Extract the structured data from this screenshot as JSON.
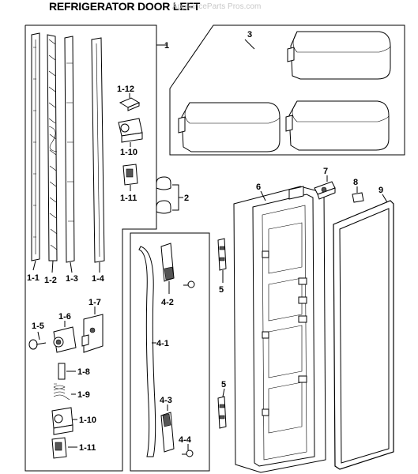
{
  "title": "REFRIGERATOR DOOR LEFT",
  "watermark": "ApplianceParts Pros.com",
  "callouts": {
    "c1": "1",
    "c1_1": "1-1",
    "c1_2": "1-2",
    "c1_3": "1-3",
    "c1_4": "1-4",
    "c1_5": "1-5",
    "c1_6": "1-6",
    "c1_7": "1-7",
    "c1_8": "1-8",
    "c1_9": "1-9",
    "c1_10a": "1-10",
    "c1_10b": "1-10",
    "c1_11a": "1-11",
    "c1_11b": "1-11",
    "c1_12": "1-12",
    "c2": "2",
    "c3": "3",
    "c4_1": "4-1",
    "c4_2": "4-2",
    "c4_3": "4-3",
    "c4_4": "4-4",
    "c5a": "5",
    "c5b": "5",
    "c6": "6",
    "c7": "7",
    "c8": "8",
    "c9": "9"
  }
}
